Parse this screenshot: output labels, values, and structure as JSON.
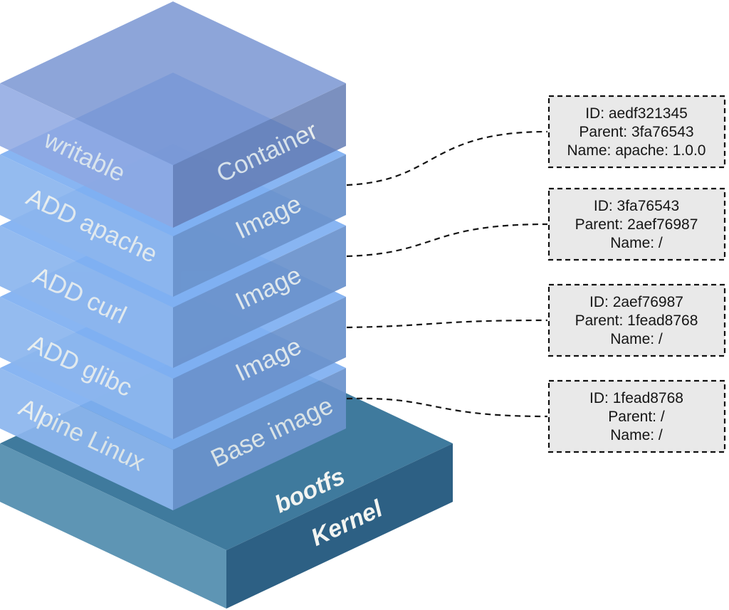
{
  "title": "Docker container and image layers diagram",
  "stack": {
    "layers": [
      {
        "left_label": "writable",
        "right_label": "Container"
      },
      {
        "left_label": "ADD apache",
        "right_label": "Image"
      },
      {
        "left_label": "ADD curl",
        "right_label": "Image"
      },
      {
        "left_label": "ADD glibc",
        "right_label": "Image"
      },
      {
        "left_label": "Alpine Linux",
        "right_label": "Base image"
      },
      {
        "top_label": "bootfs",
        "right_label": "Kernel"
      }
    ]
  },
  "boxes": [
    {
      "lines": [
        "ID: aedf321345",
        "Parent: 3fa76543",
        "Name: apache: 1.0.0"
      ]
    },
    {
      "lines": [
        "ID: 3fa76543",
        "Parent: 2aef76987",
        "Name: /"
      ]
    },
    {
      "lines": [
        "ID: 2aef76987",
        "Parent: 1fead8768",
        "Name: /"
      ]
    },
    {
      "lines": [
        "ID: 1fead8768",
        "Parent: /",
        "Name: /"
      ]
    }
  ],
  "colors": {
    "layer_top": "#7fb0f2",
    "layer_left": "#8cb6ee",
    "layer_right": "#6b93cd",
    "container_top": "#7a96d3",
    "container_left": "#8ea8e2",
    "container_right": "#647db5",
    "kernel_top": "#3f7a9d",
    "kernel_left": "#5e95b4",
    "kernel_right": "#2d6084",
    "box_bg": "#e9e9e9",
    "box_border": "#111111",
    "connector": "#141414",
    "face_text": "#eff2ee"
  }
}
